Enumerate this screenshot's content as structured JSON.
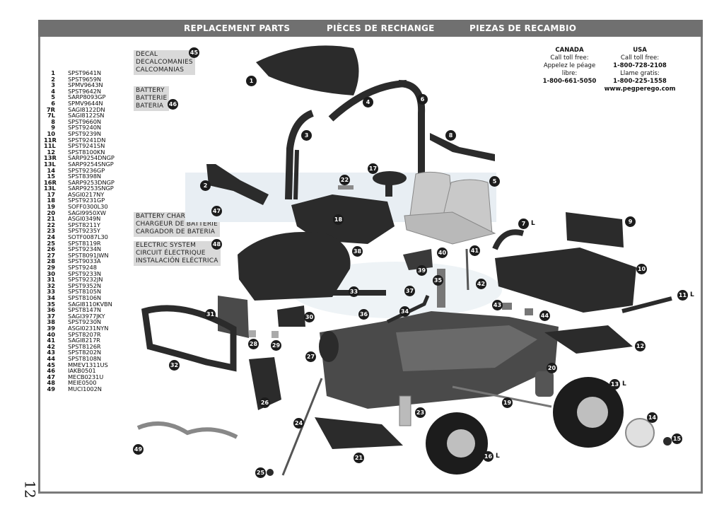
{
  "page_number": "12",
  "header": {
    "en": "REPLACEMENT PARTS",
    "fr": "PIÈCES DE RECHANGE",
    "es": "PIEZAS DE RECAMBIO"
  },
  "contacts": {
    "canada": {
      "title": "CANADA",
      "line1": "Call toll free:",
      "line2": "Appelez le péage",
      "line3": "libre:",
      "phone": "1-800-661-5050"
    },
    "usa": {
      "title": "USA",
      "line1": "Call toll free:",
      "phone1": "1-800-728-2108",
      "line2": "Llame gratis:",
      "phone2": "1-800-225-1558",
      "website": "www.pegperego.com"
    }
  },
  "labels": {
    "decal": [
      "DECAL",
      "DECALCOMANIES",
      "CALCOMANIAS"
    ],
    "battery": [
      "BATTERY",
      "BATTERIE",
      "BATERIA"
    ],
    "charger": [
      "BATTERY CHARGER",
      "CHARGEUR DE BATTERIE",
      "CARGADOR DE BATERIA"
    ],
    "electric": [
      "ELECTRIC SYSTEM",
      "CIRCUIT ÉLECTRIQUE",
      "INSTALACIÓN ELÉCTRICA"
    ]
  },
  "parts": [
    {
      "n": "1",
      "code": "SPST9641N"
    },
    {
      "n": "2",
      "code": "SPST9659N"
    },
    {
      "n": "3",
      "code": "SPMV9643N"
    },
    {
      "n": "4",
      "code": "SPST9642N"
    },
    {
      "n": "5",
      "code": "SARP8093GP"
    },
    {
      "n": "6",
      "code": "SPMV9644N"
    },
    {
      "n": "7R",
      "code": "SAGI8122DN"
    },
    {
      "n": "7L",
      "code": "SAGI8122SN"
    },
    {
      "n": "8",
      "code": "SPST9660N"
    },
    {
      "n": "9",
      "code": "SPST9240N"
    },
    {
      "n": "10",
      "code": "SPST9239N"
    },
    {
      "n": "11R",
      "code": "SPST9241DN"
    },
    {
      "n": "11L",
      "code": "SPST9241SN"
    },
    {
      "n": "12",
      "code": "SPST8100KN"
    },
    {
      "n": "13R",
      "code": "SARP9254DNGP"
    },
    {
      "n": "13L",
      "code": "SARP9254SNGP"
    },
    {
      "n": "14",
      "code": "SPST9236GP"
    },
    {
      "n": "15",
      "code": "SPST8398N"
    },
    {
      "n": "16R",
      "code": "SARP9253DNGP"
    },
    {
      "n": "13L",
      "code": "SARP9253SNGP"
    },
    {
      "n": "17",
      "code": "ASGI0217NY"
    },
    {
      "n": "18",
      "code": "SPST9231GP"
    },
    {
      "n": "19",
      "code": "SOFF0300L30"
    },
    {
      "n": "20",
      "code": "SAGI9950XW"
    },
    {
      "n": "21",
      "code": "ASGI0349N"
    },
    {
      "n": "22",
      "code": "SPST8211Y"
    },
    {
      "n": "23",
      "code": "SPST9235Y"
    },
    {
      "n": "24",
      "code": "SOTF0087L30"
    },
    {
      "n": "25",
      "code": "SPST8119R"
    },
    {
      "n": "26",
      "code": "SPST9234N"
    },
    {
      "n": "27",
      "code": "SPST8091JWN"
    },
    {
      "n": "28",
      "code": "SPST9033A"
    },
    {
      "n": "29",
      "code": "SPST9248"
    },
    {
      "n": "30",
      "code": "SPST9233N"
    },
    {
      "n": "31",
      "code": "SPST9232JN"
    },
    {
      "n": "32",
      "code": "SPST9352N"
    },
    {
      "n": "33",
      "code": "SPST8105N"
    },
    {
      "n": "34",
      "code": "SPST8106N"
    },
    {
      "n": "35",
      "code": "SAGI8110KVBN"
    },
    {
      "n": "36",
      "code": "SPST8147N"
    },
    {
      "n": "37",
      "code": "SAGI3977JKY"
    },
    {
      "n": "38",
      "code": "SPST9230N"
    },
    {
      "n": "39",
      "code": "ASGI0231NYN"
    },
    {
      "n": "40",
      "code": "SPST8207R"
    },
    {
      "n": "41",
      "code": "SAGI8217R"
    },
    {
      "n": "42",
      "code": "SPST8126R"
    },
    {
      "n": "43",
      "code": "SPST8202N"
    },
    {
      "n": "44",
      "code": "SPST8108N"
    },
    {
      "n": "45",
      "code": "MMEV1311US"
    },
    {
      "n": "46",
      "code": "IAKB0501"
    },
    {
      "n": "47",
      "code": "MECB0231U"
    },
    {
      "n": "48",
      "code": "MEIE0500"
    },
    {
      "n": "49",
      "code": "MUCI1002N"
    }
  ],
  "callouts": [
    "1",
    "2",
    "3",
    "4",
    "5",
    "6",
    "7",
    "8",
    "9",
    "10",
    "11",
    "12",
    "13",
    "14",
    "15",
    "16",
    "17",
    "18",
    "19",
    "20",
    "21",
    "22",
    "23",
    "24",
    "25",
    "26",
    "27",
    "28",
    "29",
    "30",
    "31",
    "32",
    "33",
    "34",
    "35",
    "36",
    "37",
    "38",
    "39",
    "40",
    "41",
    "42",
    "43",
    "44",
    "45",
    "46",
    "47",
    "48",
    "49"
  ],
  "callout_suffixes": {
    "7": "L",
    "11": "L",
    "13": "L",
    "16": "L"
  },
  "colors": {
    "header_bar": "#707070",
    "frame": "#7a7a7a",
    "label_box": "#d9d9d9",
    "badge": "#1c1c1c",
    "part_dark": "#2b2b2b",
    "part_mid": "#6a6a6a",
    "part_light": "#c9c9c9"
  }
}
